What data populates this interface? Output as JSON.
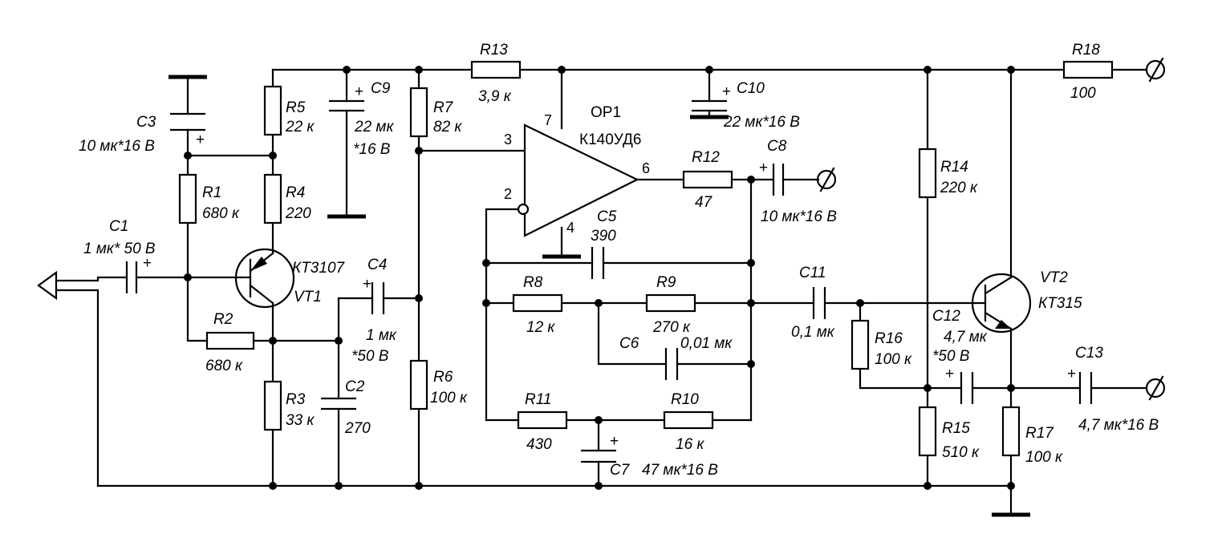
{
  "components": {
    "C1": {
      "ref": "C1",
      "value": "1 мк* 50 В"
    },
    "C2": {
      "ref": "C2",
      "value": "270"
    },
    "C3": {
      "ref": "C3",
      "value": "10 мк*16 В"
    },
    "C4": {
      "ref": "C4",
      "value_line1": "1 мк",
      "value_line2": "*50 В"
    },
    "C5": {
      "ref": "C5",
      "value": "390"
    },
    "C6": {
      "ref": "C6",
      "value": "0,01 мк"
    },
    "C7": {
      "ref": "C7",
      "value": "47 мк*16 В"
    },
    "C8": {
      "ref": "C8",
      "value": "10 мк*16 В"
    },
    "C9": {
      "ref": "C9",
      "value_line1": "22 мк",
      "value_line2": "*16 В"
    },
    "C10": {
      "ref": "C10",
      "value": "22 мк*16 В"
    },
    "C11": {
      "ref": "C11",
      "value": "0,1 мк"
    },
    "C12": {
      "ref": "C12",
      "value_line1": "4,7 мк",
      "value_line2": "*50 В"
    },
    "C13": {
      "ref": "C13",
      "value": "4,7 мк*16 В"
    },
    "R1": {
      "ref": "R1",
      "value": "680 к"
    },
    "R2": {
      "ref": "R2",
      "value": "680 к"
    },
    "R3": {
      "ref": "R3",
      "value": "33 к"
    },
    "R4": {
      "ref": "R4",
      "value": "220"
    },
    "R5": {
      "ref": "R5",
      "value": "22 к"
    },
    "R6": {
      "ref": "R6",
      "value": "100 к"
    },
    "R7": {
      "ref": "R7",
      "value": "82 к"
    },
    "R8": {
      "ref": "R8",
      "value": "12 к"
    },
    "R9": {
      "ref": "R9",
      "value": "270 к"
    },
    "R10": {
      "ref": "R10",
      "value": "16 к"
    },
    "R11": {
      "ref": "R11",
      "value": "430"
    },
    "R12": {
      "ref": "R12",
      "value": "47"
    },
    "R13": {
      "ref": "R13",
      "value": "3,9 к"
    },
    "R14": {
      "ref": "R14",
      "value": "220 к"
    },
    "R15": {
      "ref": "R15",
      "value": "510 к"
    },
    "R16": {
      "ref": "R16",
      "value": "100 к"
    },
    "R17": {
      "ref": "R17",
      "value": "100 к"
    },
    "R18": {
      "ref": "R18",
      "value": "100"
    },
    "VT1": {
      "ref": "VT1",
      "part": "КТ3107"
    },
    "VT2": {
      "ref": "VT2",
      "part": "КТ315"
    },
    "OP1": {
      "ref": "OP1",
      "part": "К140УД6"
    }
  },
  "opamp_pins": {
    "p2": "2",
    "p3": "3",
    "p4": "4",
    "p6": "6",
    "p7": "7"
  },
  "polarity": {
    "plus": "+"
  }
}
